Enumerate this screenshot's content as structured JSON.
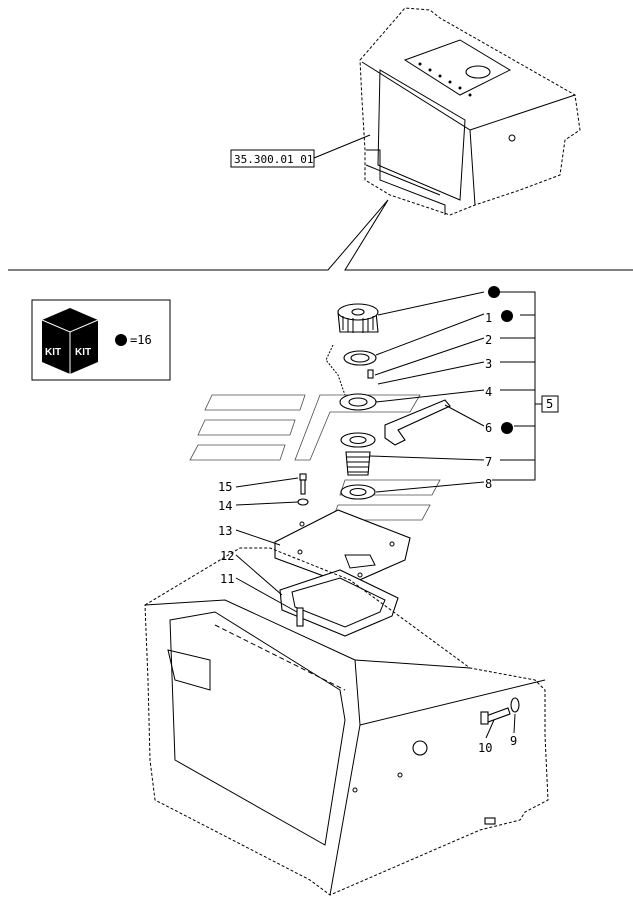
{
  "diagram": {
    "reference_label": "35.300.01 01",
    "kit": {
      "icon_text_left": "KIT",
      "icon_text_right": "KIT",
      "equals_text": "=16"
    },
    "callouts": {
      "c1": "1",
      "c2": "2",
      "c3": "3",
      "c4": "4",
      "c5": "5",
      "c6": "6",
      "c7": "7",
      "c8": "8",
      "c9": "9",
      "c10": "10",
      "c11": "11",
      "c12": "12",
      "c13": "13",
      "c14": "14",
      "c15": "15"
    },
    "colors": {
      "ink": "#000000",
      "paper": "#ffffff"
    }
  }
}
